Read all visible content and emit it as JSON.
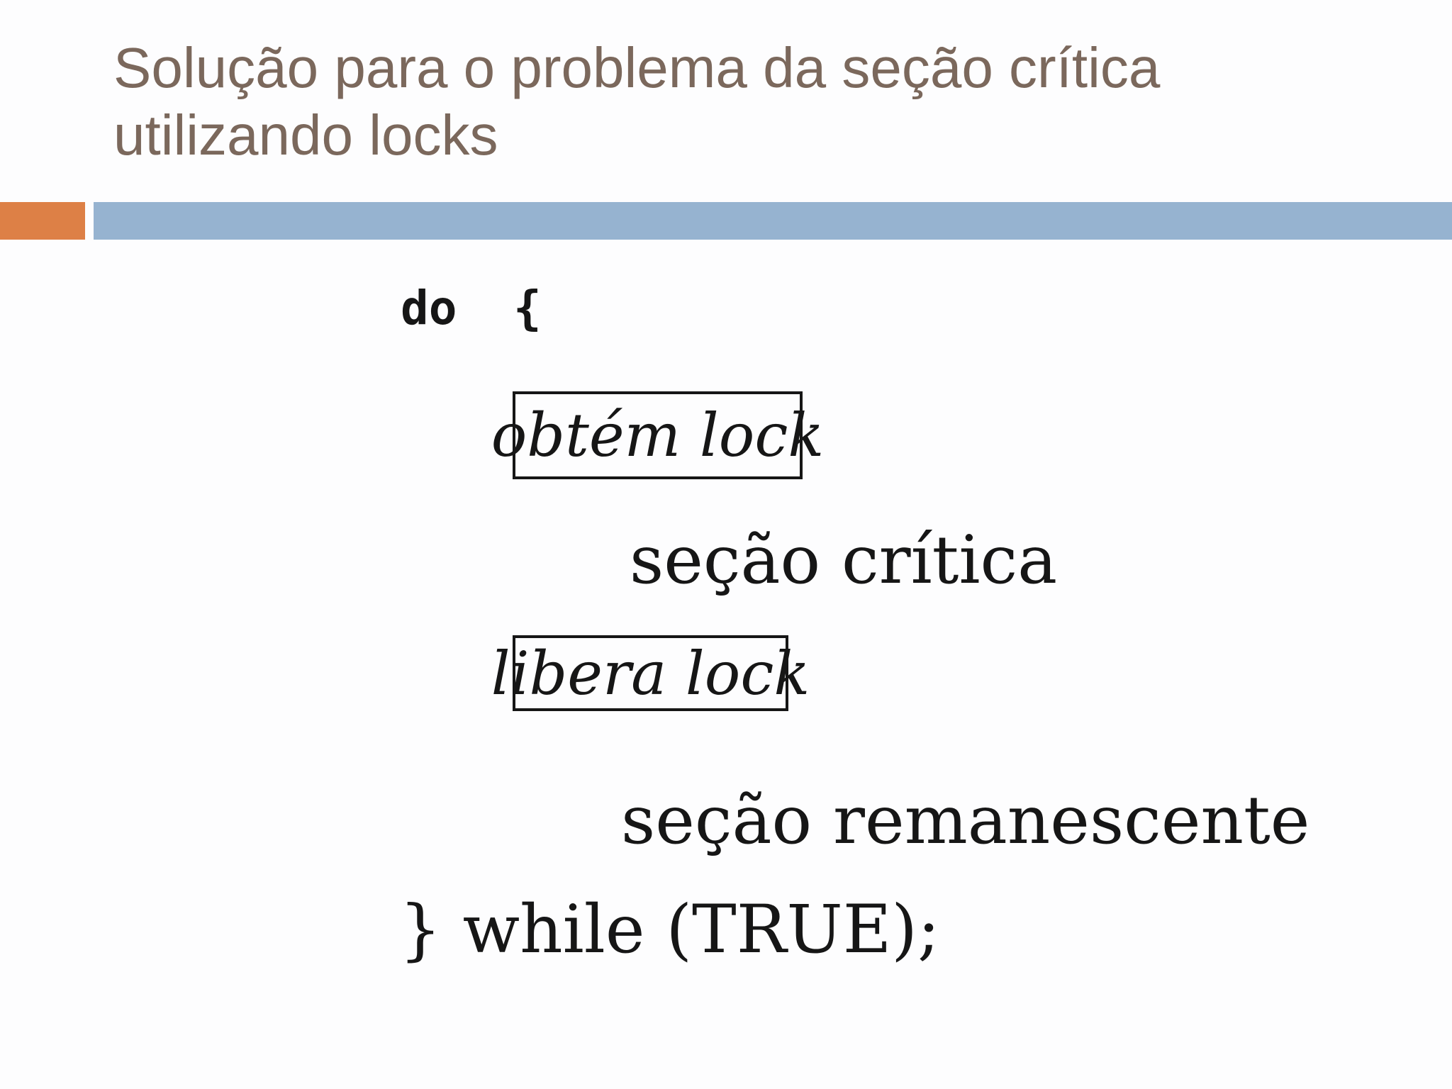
{
  "slide": {
    "title": "Solução para o problema da seção crítica utilizando locks",
    "colors": {
      "orange": "#dd8046",
      "blue": "#96b3d0",
      "title": "#7b685c",
      "ink": "#161616",
      "bg": "#fdfdfe"
    },
    "code": {
      "do_open": "do  {",
      "acquire_lock": "obtém lock",
      "critical_section": "seção crítica",
      "release_lock": "libera lock",
      "remainder_section": "seção remanescente",
      "while_close": "} while (TRUE);"
    }
  }
}
